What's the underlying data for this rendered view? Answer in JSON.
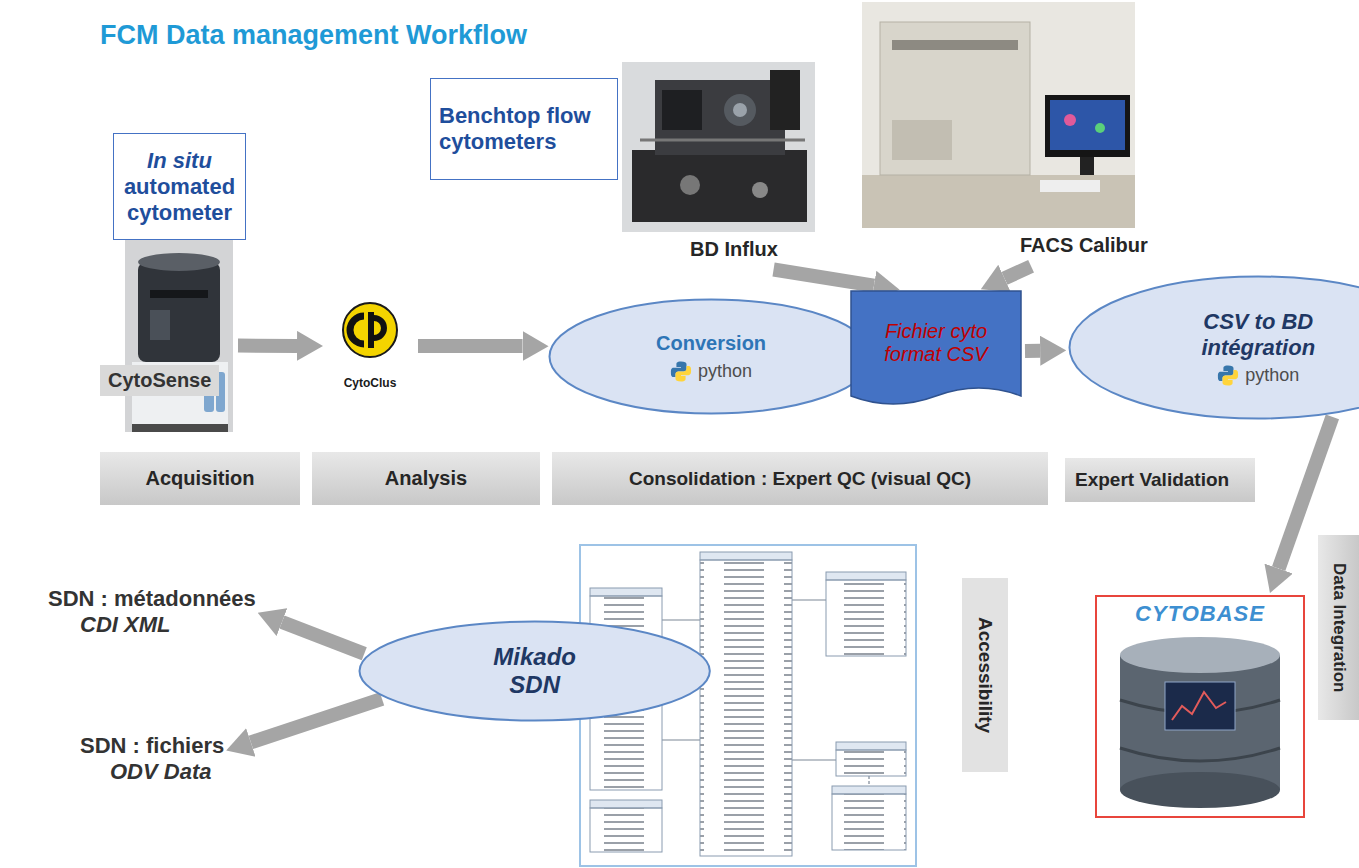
{
  "diagram": {
    "title": "FCM Data management Workflow",
    "nodes": [
      {
        "text": [
          "In situ",
          "automated cytometer"
        ]
      },
      {
        "text": [
          "Benchtop flow cytometers"
        ]
      },
      {
        "text": [
          "BD Influx"
        ]
      },
      {
        "text": [
          "FACS Calibur"
        ]
      },
      {
        "text": [
          "CytoSense"
        ]
      },
      {
        "text": [
          "CytoClus"
        ]
      },
      {
        "text": [
          "Conversion",
          "python"
        ]
      },
      {
        "text": [
          "Fichier cyto format CSV"
        ]
      },
      {
        "text": [
          "CSV to BD intégration",
          "python"
        ]
      },
      {
        "text": [
          "Acquisition"
        ]
      },
      {
        "text": [
          "Analysis"
        ]
      },
      {
        "text": [
          "Consolidation : Expert QC (visual QC)"
        ]
      },
      {
        "text": [
          "Expert Validation"
        ]
      },
      {
        "text": [
          "Data Integration"
        ]
      },
      {
        "text": [
          "SDN : métadonnées",
          "CDI XML"
        ]
      },
      {
        "text": [
          "Mikado SDN"
        ]
      },
      {
        "text": [
          "Accessibility"
        ]
      },
      {
        "text": [
          "SDN : fichiers",
          "ODV Data"
        ]
      },
      {
        "text": [
          "CYTOBASE"
        ]
      }
    ],
    "edges": [
      {
        "from": 4,
        "to": 5,
        "arrow": "to"
      },
      {
        "from": 5,
        "to": 6,
        "arrow": "to"
      },
      {
        "from": 6,
        "to": 7,
        "arrow": "to"
      },
      {
        "from": 2,
        "to": 7,
        "arrow": "to"
      },
      {
        "from": 3,
        "to": 7,
        "arrow": "to"
      },
      {
        "from": 7,
        "to": 8,
        "arrow": "to"
      },
      {
        "from": 8,
        "to": 18,
        "arrow": "to"
      },
      {
        "from": 15,
        "to": 14,
        "arrow": "to"
      },
      {
        "from": 15,
        "to": 17,
        "arrow": "to"
      }
    ]
  }
}
